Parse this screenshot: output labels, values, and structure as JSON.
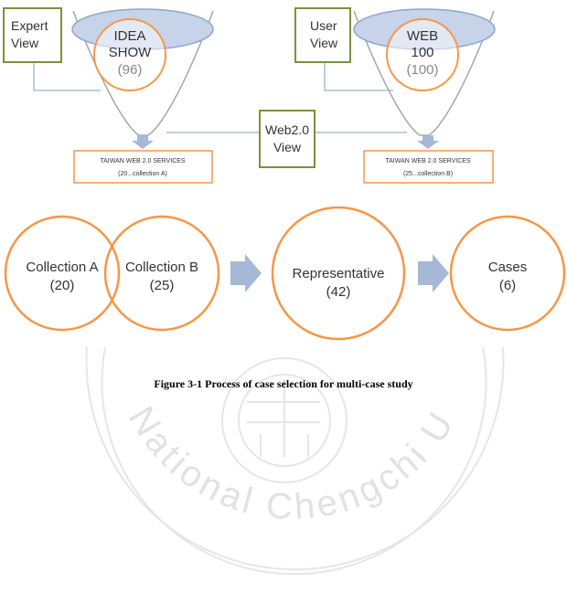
{
  "funnel_left": {
    "view_label_line1": "Expert",
    "view_label_line2": "View",
    "source_line1": "IDEA",
    "source_line2": "SHOW",
    "source_count": "(96)",
    "result_line1": "TAIWAN WEB 2.0 SERVICES",
    "result_line2": "(20...collection A)"
  },
  "funnel_right": {
    "view_label_line1": "User",
    "view_label_line2": "View",
    "source_line1": "WEB",
    "source_line2": "100",
    "source_count": "(100)",
    "result_line1": "TAIWAN WEB 2.0 SERVICES",
    "result_line2": "(25...collection B)"
  },
  "center_view": {
    "line1": "Web2.0",
    "line2": "View"
  },
  "circles": {
    "collection_a": {
      "name": "Collection A",
      "count": "(20)"
    },
    "collection_b": {
      "name": "Collection B",
      "count": "(25)"
    },
    "representative": {
      "name": "Representative",
      "count": "(42)"
    },
    "cases": {
      "name": "Cases",
      "count": "(6)"
    }
  },
  "caption": "Figure 3-1 Process of case selection for multi-case study",
  "watermark": {
    "text": "National Chengchi University"
  },
  "colors": {
    "orange": "#F79646",
    "green": "#77933C",
    "arrow_blue": "#A5B8D8",
    "ellipse_fill": "#C6D3E8",
    "ellipse_stroke": "#8EA6CE",
    "funnel_stroke": "#A6A6A6",
    "connector": "#A7C0DC",
    "watermark": "#E2E2E2"
  }
}
